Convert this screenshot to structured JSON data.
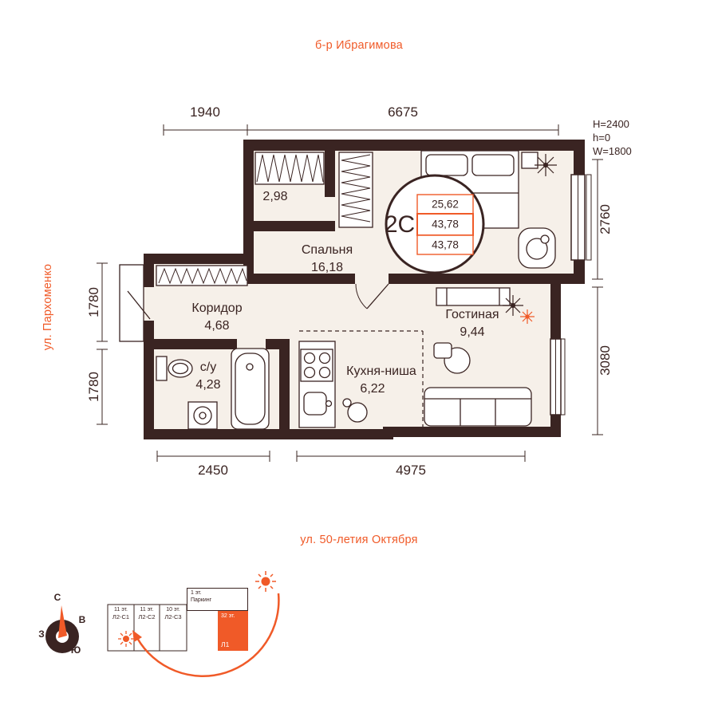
{
  "streets": {
    "top": "б-р Ибрагимова",
    "left": "ул. Пархоменко",
    "bottom": "ул. 50-летия Октября"
  },
  "dimensions": {
    "top_left": "1940",
    "top_right": "6675",
    "right_upper": "2760",
    "right_lower": "3080",
    "left_upper": "1780",
    "left_lower": "1780",
    "bottom_left": "2450",
    "bottom_right": "4975"
  },
  "specs": {
    "ceiling_height": "H=2400",
    "sill_height": "h=0",
    "window_width": "W=1800"
  },
  "badge": {
    "type": "2С",
    "area_living": "25,62",
    "area_total": "43,78",
    "area_full": "43,78"
  },
  "rooms": {
    "bedroom": {
      "name": "Спальня",
      "area": "16,18"
    },
    "wardrobe": {
      "area": "2,98"
    },
    "corridor": {
      "name": "Коридор",
      "area": "4,68"
    },
    "bathroom": {
      "name": "с/у",
      "area": "4,28"
    },
    "kitchen": {
      "name": "Кухня-ниша",
      "area": "6,22"
    },
    "living": {
      "name": "Гостиная",
      "area": "9,44"
    }
  },
  "site_plan": {
    "buildings": [
      {
        "floors": "11 эт.",
        "label": "Л2-С1"
      },
      {
        "floors": "11 эт.",
        "label": "Л2-С2"
      },
      {
        "floors": "10 эт.",
        "label": "Л2-С3"
      },
      {
        "floors": "1 эт.",
        "label": "Паркинг"
      },
      {
        "floors": "32 эт.",
        "label": "Л1"
      }
    ],
    "compass": {
      "north": "С",
      "east": "В",
      "south": "Ю",
      "west": "З"
    }
  },
  "colors": {
    "accent": "#f05a28",
    "wall": "#3a2422",
    "floor": "#f6f0e9"
  }
}
